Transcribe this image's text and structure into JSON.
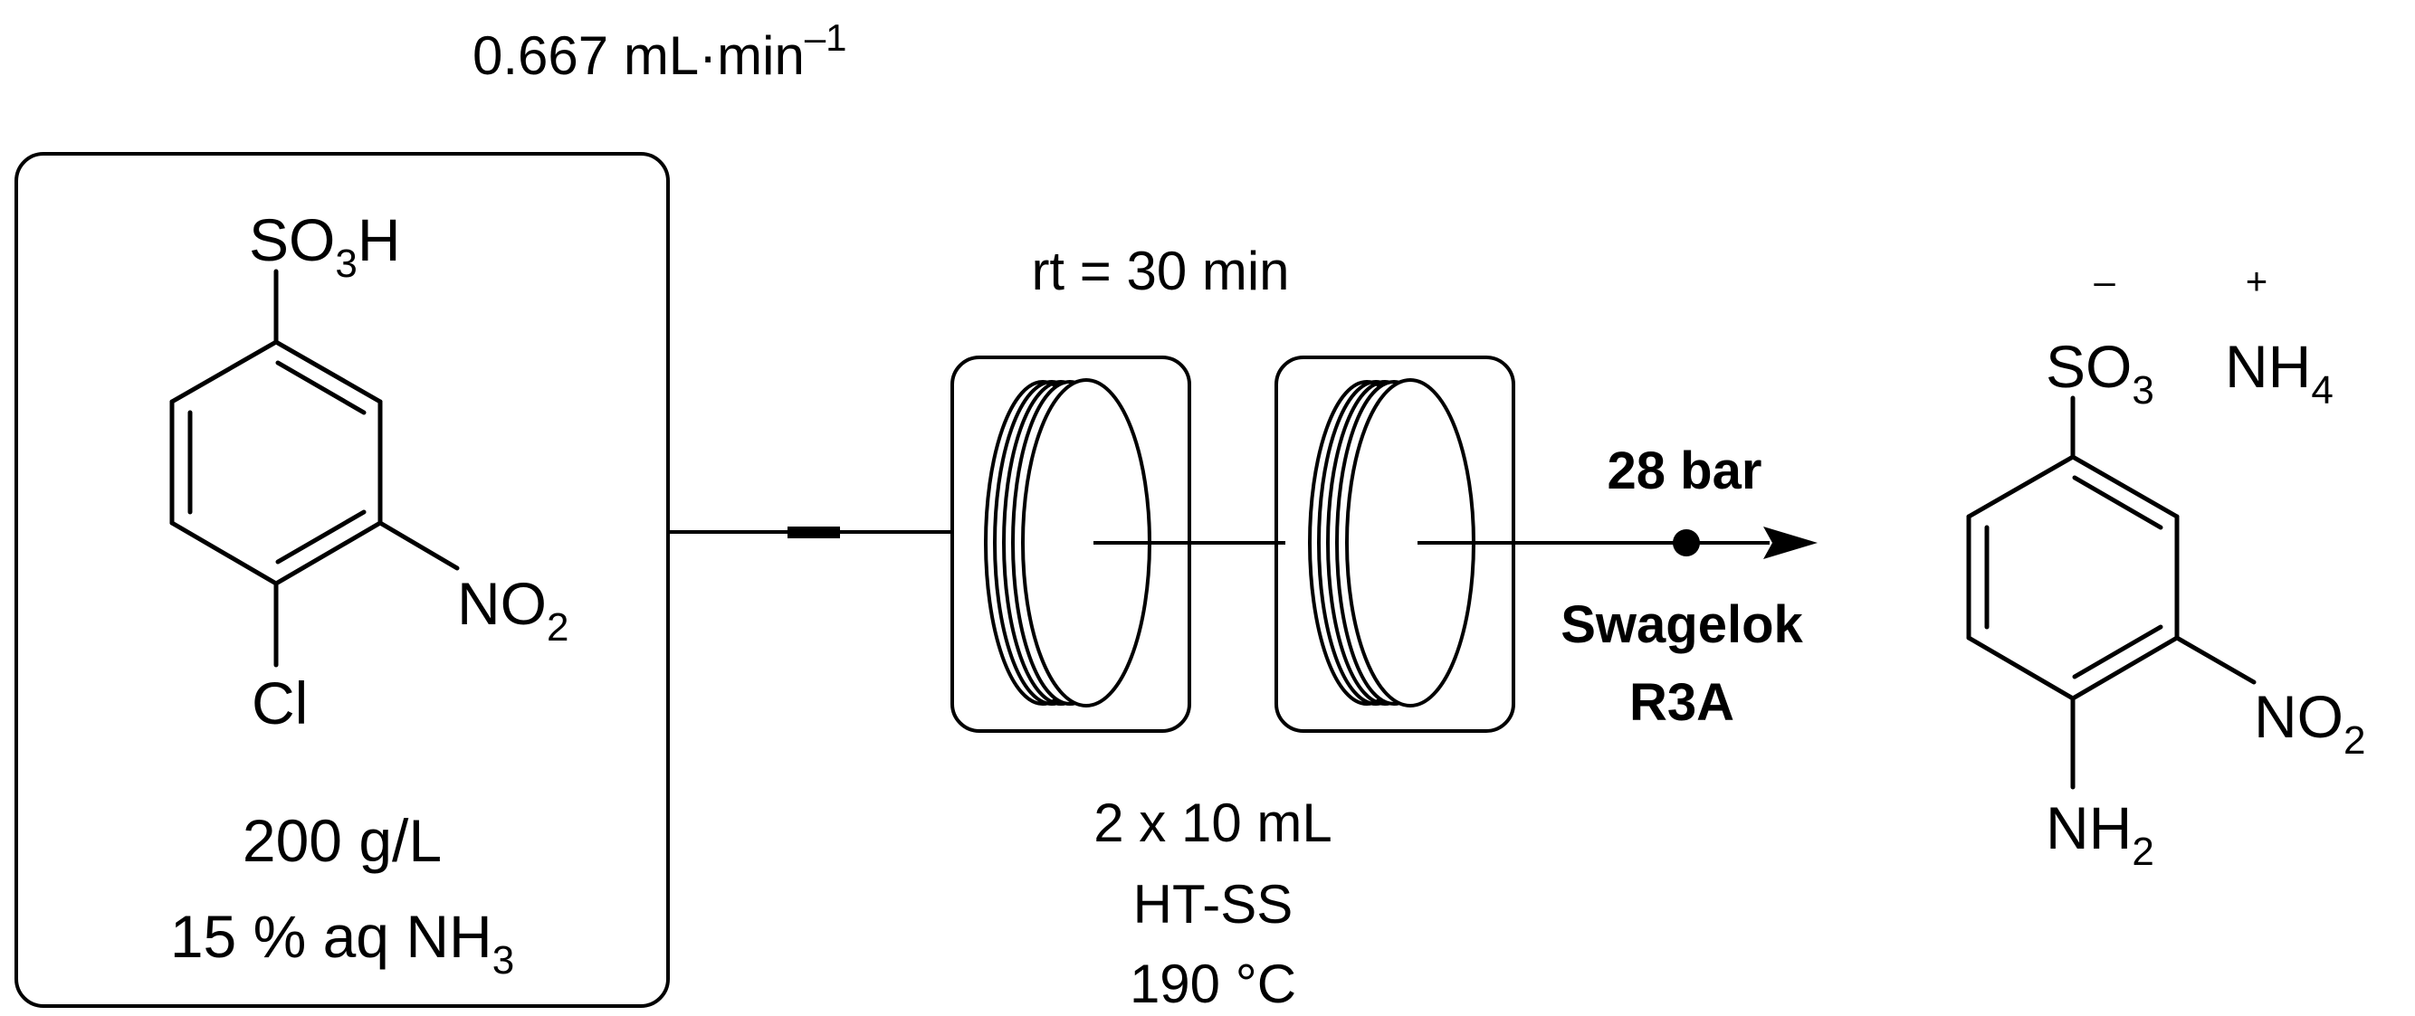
{
  "flow_rate": {
    "value": "0.667 mL·min",
    "exponent": "–1"
  },
  "reactant": {
    "substituent_top": {
      "main": "SO",
      "sub": "3",
      "tail": "H"
    },
    "substituent_meta": {
      "main": "NO",
      "sub": "2"
    },
    "substituent_para": "Cl",
    "concentration": "200 g/L",
    "solvent": {
      "main": "15 % aq NH",
      "sub": "3"
    }
  },
  "residence_time": "rt = 30 min",
  "reactor": {
    "volume": "2 x 10 mL",
    "material": "HT-SS",
    "temperature": "190 °C"
  },
  "back_pressure": {
    "pressure": "28 bar",
    "regulator_line1": "Swagelok",
    "regulator_line2": "R3A"
  },
  "product": {
    "sulfonate": {
      "main": "SO",
      "sub": "3",
      "charge": "–"
    },
    "cation": {
      "main": "NH",
      "sub": "4",
      "charge": "+"
    },
    "substituent_meta": {
      "main": "NO",
      "sub": "2"
    },
    "substituent_para": {
      "main": "NH",
      "sub": "2"
    }
  }
}
